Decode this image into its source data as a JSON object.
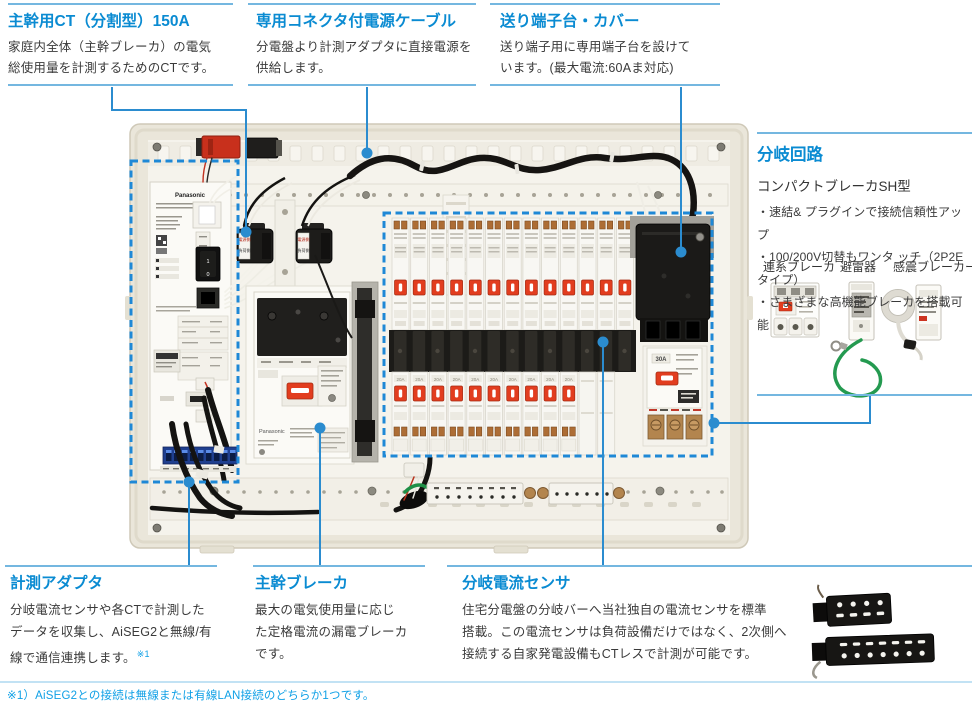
{
  "top_callouts": [
    {
      "title": "主幹用CT（分割型）150A",
      "lines": [
        "家庭内全体（主幹ブレーカ）の電気",
        "総使用量を計測するためのCTです。"
      ]
    },
    {
      "title": "専用コネクタ付電源ケーブル",
      "lines": [
        "分電盤より計測アダプタに直接電源を",
        "供給します。"
      ]
    },
    {
      "title": "送り端子台・カバー",
      "lines": [
        "送り端子用に専用端子台を設けて",
        "います。(最大電流:60Aま対応)"
      ]
    }
  ],
  "right_callout": {
    "title": "分岐回路",
    "subtitle": "コンパクトブレーカSH型",
    "bullets": [
      "・速結& プラグインで接続信頼性アップ",
      "・100/200V切替もワンタ ッチ（2P2Eタイプ）",
      "・さまざまな高機能ブレーカを搭載可能"
    ],
    "products": [
      "連系ブレーカ",
      "避雷器",
      "感震ブレーカー"
    ]
  },
  "bottom_callouts": [
    {
      "title": "計測アダプタ",
      "lines": [
        "分岐電流センサや各CTで計測した",
        "データを収集し、AiSEG2と無線/有",
        "線で通信連携します。"
      ],
      "note_ref": "※1"
    },
    {
      "title": "主幹ブレーカ",
      "lines": [
        "最大の電気使用量に応じ",
        "た定格電流の漏電ブレーカ",
        "です。"
      ]
    },
    {
      "title": "分岐電流センサ",
      "lines": [
        "住宅分電盤の分岐バーへ当社独自の電流センサを標準",
        "搭載。この電流センサは負荷設備だけではなく、2次側へ",
        "接続する自家発電設備もCTレスで計測が可能です。"
      ]
    }
  ],
  "footnote": "※1）AiSEG2との接続は無線または有線LAN接続のどちらか1つです。",
  "panel_labels": {
    "brand": "Panasonic",
    "main_breaker_brand": "Panasonic",
    "sub_breaker_amp": "30A",
    "branch_amp": "20A",
    "ct_source": "電源側",
    "ct_load": "負荷側",
    "switch_on": "1",
    "switch_off": "0"
  },
  "colors": {
    "title_blue": "#0a8bd2",
    "leader_blue": "#2b8ccf",
    "dashed_box_blue": "#1e88d6",
    "callout_border_blue": "#74b7e0",
    "footnote_blue": "#0fa0e6",
    "toggle_red": "#e23d1f",
    "enclosure_beige": "#eae6da",
    "brass": "#b3854e"
  }
}
